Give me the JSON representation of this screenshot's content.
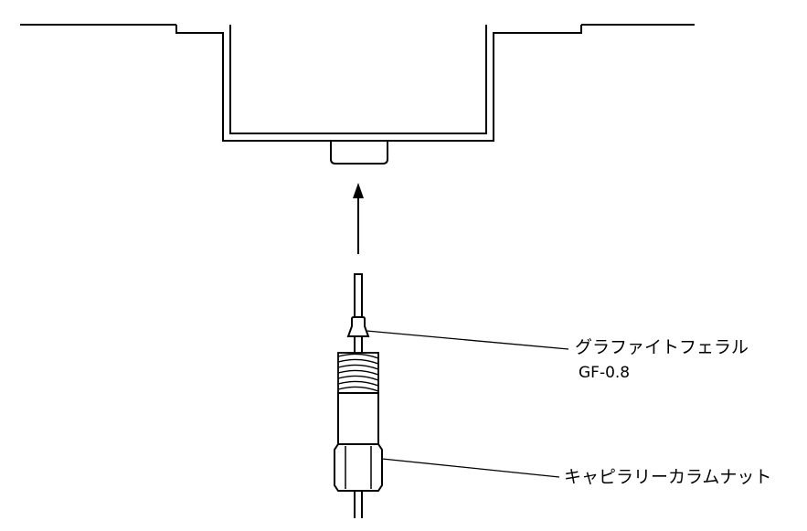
{
  "labels": {
    "ferrule_name": "グラファイトフェラル",
    "ferrule_code": "GF-0.8",
    "nut_name": "キャピラリーカラムナット"
  }
}
